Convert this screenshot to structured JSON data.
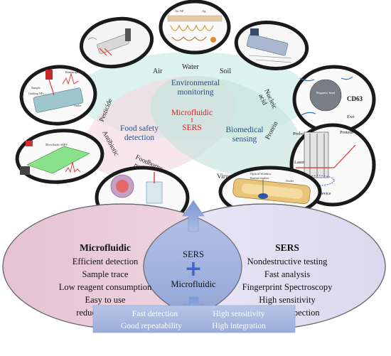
{
  "top_diagram": {
    "center": {
      "line1": "Microfluidic",
      "line2": "SERS"
    },
    "env": {
      "title_line1": "Environmental",
      "title_line2": "monitoring",
      "items": [
        "Air",
        "Water",
        "Soil"
      ]
    },
    "food": {
      "title_line1": "Food safety",
      "title_line2": "detection",
      "items": [
        "Pesticide",
        "Antibiotic",
        "Foodborne",
        "pathogens"
      ]
    },
    "bio": {
      "title_line1": "Biomedical",
      "title_line2": "sensing",
      "items": [
        "Nucleic",
        "acid",
        "Protein",
        "Virus"
      ]
    },
    "thumb_text": {
      "raman_spectrum": "Raman spectrum",
      "sample": "Sample",
      "guiding_nps": "Guiding NPs",
      "outlet": "Outlet",
      "magnetic_bead": "Magnetic bead",
      "cd63": "CD63",
      "exo": "Exo",
      "probe": "Probe",
      "protein": "Protein",
      "laser": "Laser",
      "fluidic_device": "Fluidic Device",
      "optical_window": "Optical Window",
      "raman_studies": "Raman studies"
    }
  },
  "bottom": {
    "left": {
      "title": "Microfluidic",
      "items": [
        "Efficient detection",
        "Sample trace",
        "Low reagent consumption",
        "Easy to use",
        "reduce pollution"
      ]
    },
    "right": {
      "title": "SERS",
      "items": [
        "Nondestructive testing",
        "Fast analysis",
        "Fingerprint Spectroscopy",
        "High sensitivity",
        "On-site inspection"
      ]
    },
    "center": {
      "top": "SERS",
      "symbol": "+",
      "bottom": "Microfluidic"
    },
    "result": {
      "items": [
        "Fast detection",
        "High sensitivity",
        "Good repeatability",
        "High integration"
      ]
    }
  },
  "colors": {
    "env": "#cfeee8",
    "food": "#f3dbe2",
    "bio": "#cde6df",
    "left_ellipse": "#e6c6d4",
    "right_ellipse": "#e2def0",
    "center_lens": "#9fb2dd",
    "plus": "#4a70c8",
    "arrow": "#8ea6d8",
    "result_box": "#a8b8e0",
    "accent": "#e02020"
  }
}
